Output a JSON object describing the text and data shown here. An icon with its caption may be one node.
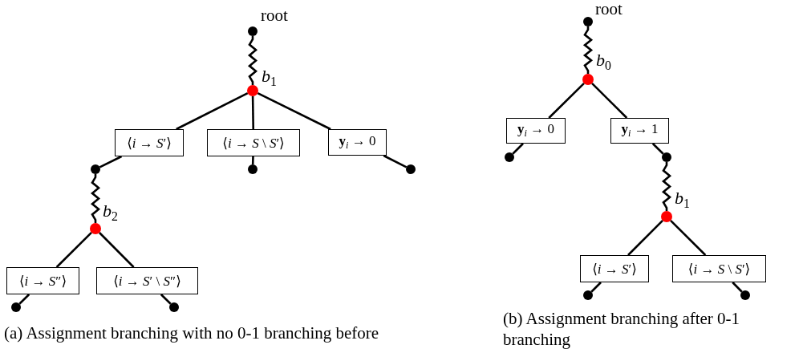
{
  "diagram": {
    "nodes": [
      {
        "text": [],
        "shape": "circle",
        "beside": [
          "root"
        ]
      },
      {
        "text": [],
        "shape": "circle"
      },
      {
        "text": [
          "⟨*i* → *S*′⟩"
        ]
      },
      {
        "text": [
          "⟨*i* → *S* \\ *S*′⟩"
        ]
      },
      {
        "text": [
          "**y**$_{i}$ → 0"
        ]
      },
      {
        "text": [],
        "shape": "circle"
      },
      {
        "text": [],
        "shape": "circle"
      },
      {
        "text": [],
        "shape": "circle"
      },
      {
        "text": [],
        "shape": "circle"
      },
      {
        "text": [
          "⟨*i* → *S*″⟩"
        ]
      },
      {
        "text": [
          "⟨*i* → *S*′ \\ *S*″⟩"
        ]
      },
      {
        "text": [],
        "shape": "circle"
      },
      {
        "text": [],
        "shape": "circle"
      },
      {
        "text": [],
        "shape": "circle",
        "beside": [
          "root"
        ]
      },
      {
        "text": [],
        "shape": "circle"
      },
      {
        "text": [
          "**y**$_{i}$ → 0"
        ]
      },
      {
        "text": [
          "**y**$_{i}$ → 1"
        ]
      },
      {
        "text": [],
        "shape": "circle"
      },
      {
        "text": [],
        "shape": "circle"
      },
      {
        "text": [],
        "shape": "circle"
      },
      {
        "text": [
          "⟨*i* → *S*′⟩"
        ]
      },
      {
        "text": [
          "⟨*i* → *S* \\ *S*′⟩"
        ]
      },
      {
        "text": [],
        "shape": "circle"
      },
      {
        "text": [],
        "shape": "circle"
      }
    ],
    "edges": [
      {
        "from": 0,
        "to": 1,
        "arrow": "none",
        "label": "*b*$_{1}$"
      },
      {
        "from": 1,
        "to": 2,
        "arrow": "none"
      },
      {
        "from": 1,
        "to": 3,
        "arrow": "none"
      },
      {
        "from": 1,
        "to": 4,
        "arrow": "none"
      },
      {
        "from": 2,
        "to": 5,
        "arrow": "none"
      },
      {
        "from": 3,
        "to": 6,
        "arrow": "none"
      },
      {
        "from": 4,
        "to": 7,
        "arrow": "none"
      },
      {
        "from": 5,
        "to": 8,
        "arrow": "none",
        "label": "*b*$_{2}$"
      },
      {
        "from": 8,
        "to": 9,
        "arrow": "none"
      },
      {
        "from": 8,
        "to": 10,
        "arrow": "none"
      },
      {
        "from": 9,
        "to": 11,
        "arrow": "none"
      },
      {
        "from": 10,
        "to": 12,
        "arrow": "none"
      },
      {
        "from": 13,
        "to": 14,
        "arrow": "none",
        "label": "*b*$_{0}$"
      },
      {
        "from": 14,
        "to": 15,
        "arrow": "none"
      },
      {
        "from": 14,
        "to": 16,
        "arrow": "none"
      },
      {
        "from": 15,
        "to": 17,
        "arrow": "none"
      },
      {
        "from": 16,
        "to": 18,
        "arrow": "none"
      },
      {
        "from": 18,
        "to": 19,
        "arrow": "none",
        "label": "*b*$_{1}$"
      },
      {
        "from": 19,
        "to": 20,
        "arrow": "none"
      },
      {
        "from": 19,
        "to": 21,
        "arrow": "none"
      },
      {
        "from": 20,
        "to": 22,
        "arrow": "none"
      },
      {
        "from": 21,
        "to": 23,
        "arrow": "none"
      }
    ],
    "labels": [
      "(a) Assignment branching with no 0-1 branching before",
      "(b) Assignment branching after 0-1 branching"
    ]
  }
}
